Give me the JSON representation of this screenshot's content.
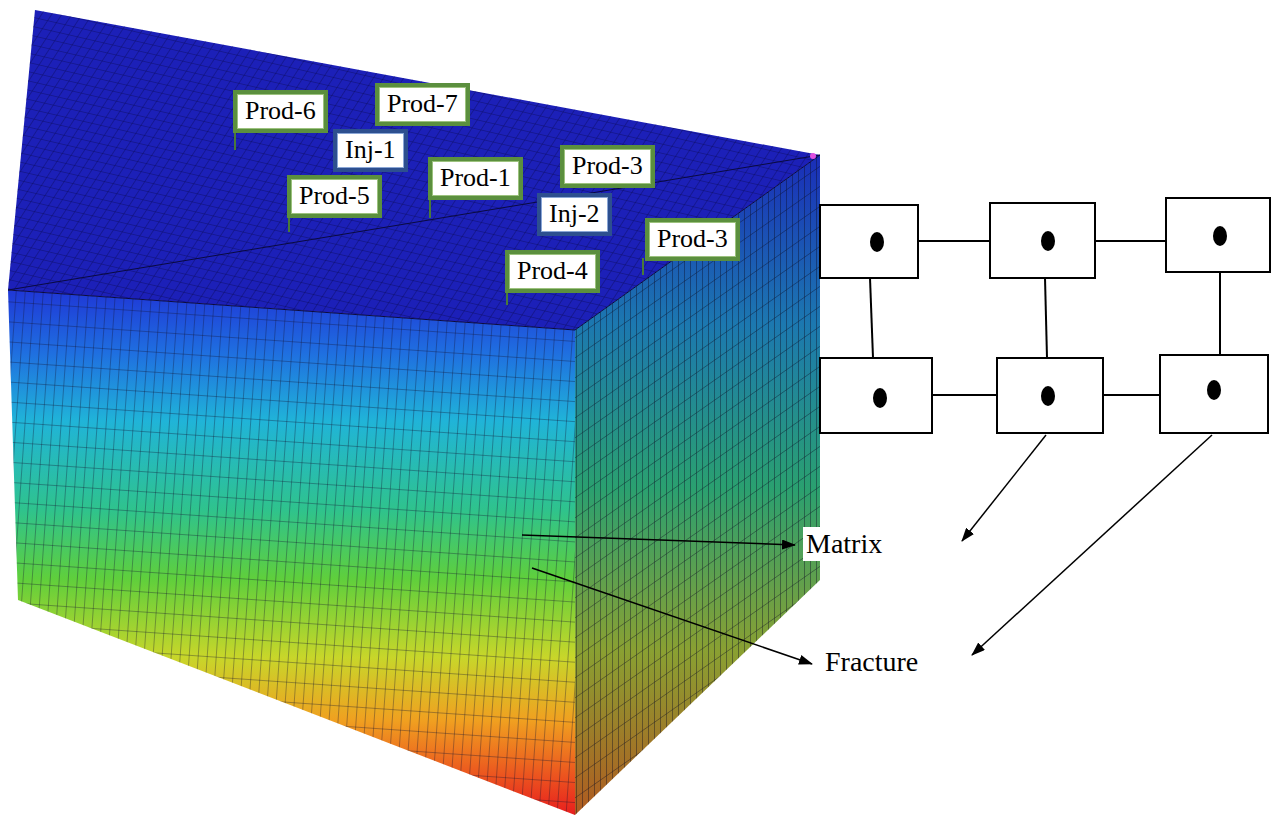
{
  "diagram": {
    "nodes": [
      {
        "text": [
          "Prod-7"
        ]
      },
      {
        "text": [
          "Prod-6"
        ]
      },
      {
        "text": [
          "Inj-1"
        ]
      },
      {
        "text": [
          "Prod-3"
        ]
      },
      {
        "text": [
          "Prod-1"
        ]
      },
      {
        "text": [
          "Prod-5"
        ]
      },
      {
        "text": [
          "Inj-2"
        ]
      },
      {
        "text": [
          "Prod-3"
        ]
      },
      {
        "text": [
          "Prod-4"
        ]
      }
    ],
    "labels": [
      "Matrix",
      "Fracture"
    ]
  }
}
